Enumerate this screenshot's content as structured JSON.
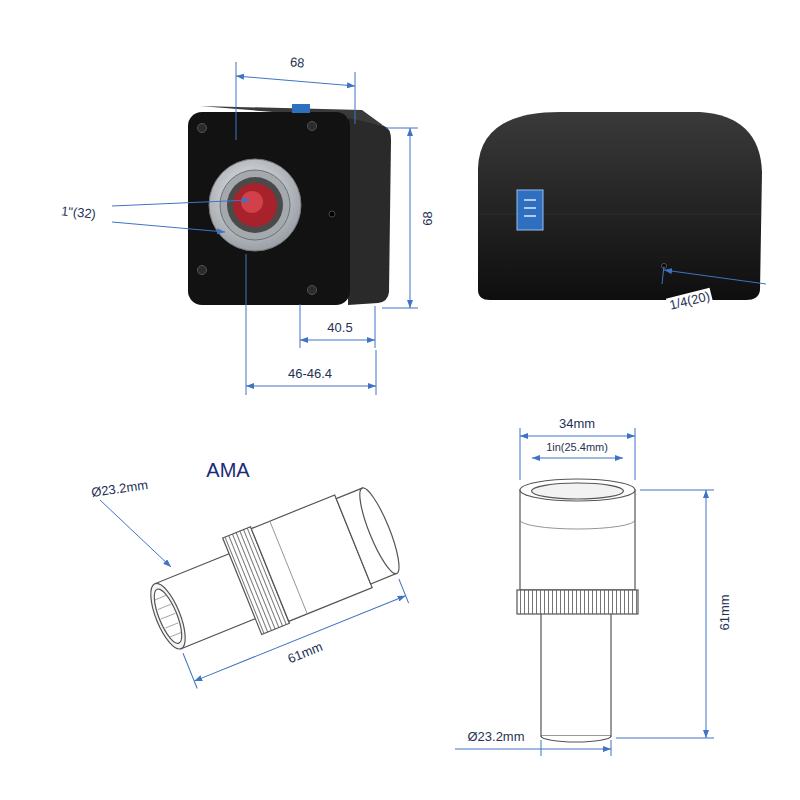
{
  "diagram": {
    "labels": [
      "68",
      "68",
      "1\"(32)",
      "40.5",
      "46-46.4",
      "1/4(20)",
      "AMA",
      "Ø23.2mm",
      "61mm",
      "34mm",
      "1in(25.4mm)",
      "61mm",
      "Ø23.2mm"
    ]
  }
}
